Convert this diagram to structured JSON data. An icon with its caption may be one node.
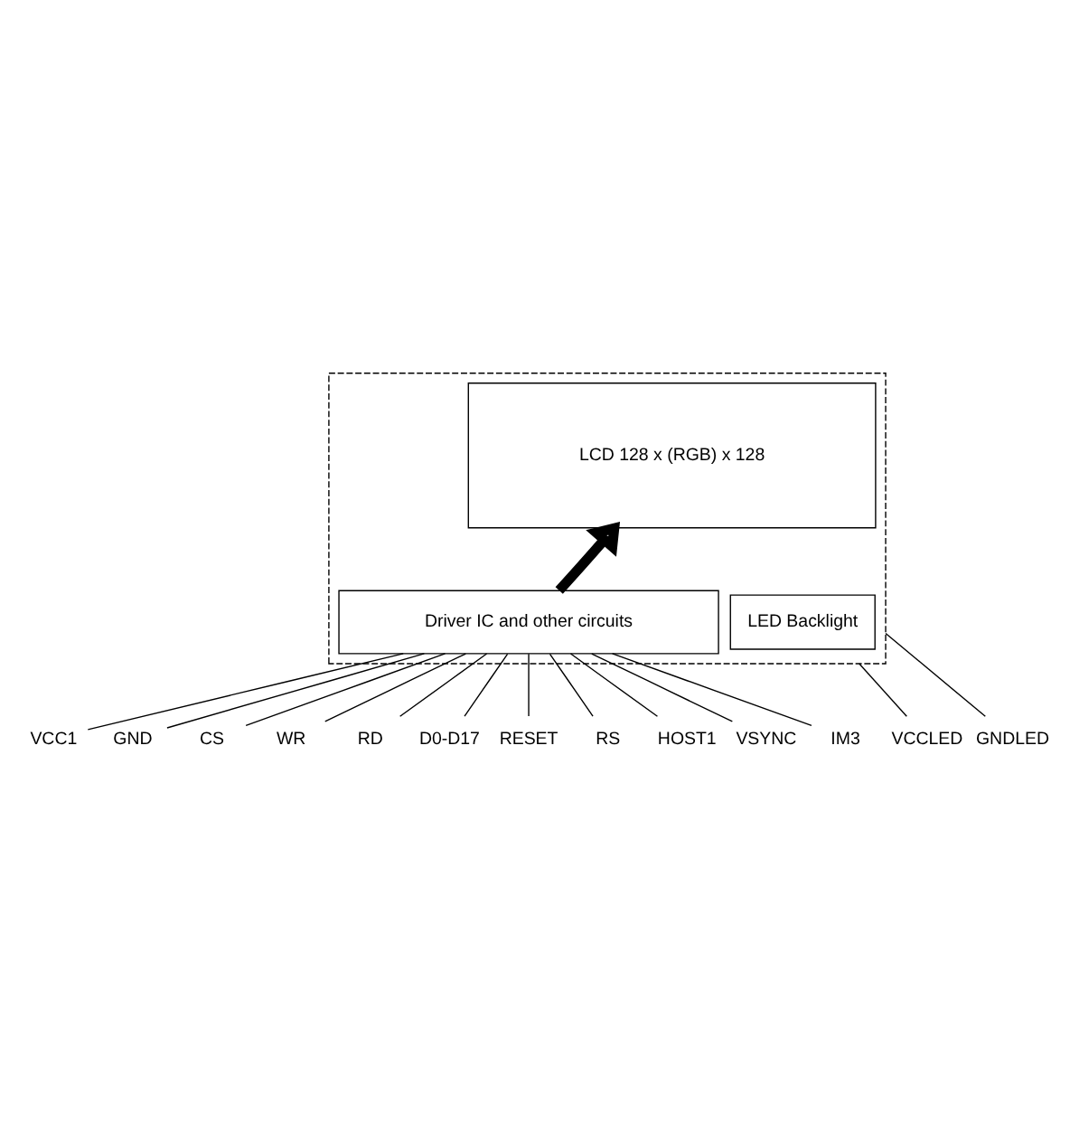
{
  "diagram": {
    "nodes": [
      {
        "text": [],
        "shape": "box"
      },
      {
        "text": [
          "LCD 128 x (RGB) x 128"
        ],
        "in": 0
      },
      {
        "text": [
          "Driver IC and other circuits"
        ],
        "in": 0
      },
      {
        "text": [
          "LED Backlight"
        ],
        "in": 0
      },
      {
        "text": [
          "VCC1"
        ]
      },
      {
        "text": [
          "GND"
        ]
      },
      {
        "text": [
          "CS"
        ]
      },
      {
        "text": [
          "WR"
        ]
      },
      {
        "text": [
          "RD"
        ]
      },
      {
        "text": [
          "D0-D17"
        ]
      },
      {
        "text": [
          "RESET"
        ]
      },
      {
        "text": [
          "RS"
        ]
      },
      {
        "text": [
          "HOST1"
        ]
      },
      {
        "text": [
          "VSYNC"
        ]
      },
      {
        "text": [
          "IM3"
        ]
      },
      {
        "text": [
          "VCCLED"
        ]
      },
      {
        "text": [
          "GNDLED"
        ]
      }
    ],
    "edges": [
      {
        "from": 2,
        "to": 1,
        "arrow": "to",
        "style": "thick"
      },
      {
        "from": 2,
        "to": 4,
        "arrow": "none"
      },
      {
        "from": 2,
        "to": 5,
        "arrow": "none"
      },
      {
        "from": 2,
        "to": 6,
        "arrow": "none"
      },
      {
        "from": 2,
        "to": 7,
        "arrow": "none"
      },
      {
        "from": 2,
        "to": 8,
        "arrow": "none"
      },
      {
        "from": 2,
        "to": 9,
        "arrow": "none"
      },
      {
        "from": 2,
        "to": 10,
        "arrow": "none"
      },
      {
        "from": 2,
        "to": 11,
        "arrow": "none"
      },
      {
        "from": 2,
        "to": 12,
        "arrow": "none"
      },
      {
        "from": 2,
        "to": 13,
        "arrow": "none"
      },
      {
        "from": 2,
        "to": 14,
        "arrow": "none"
      },
      {
        "from": 0,
        "to": 15,
        "arrow": "none"
      },
      {
        "from": 0,
        "to": 16,
        "arrow": "none"
      }
    ]
  }
}
